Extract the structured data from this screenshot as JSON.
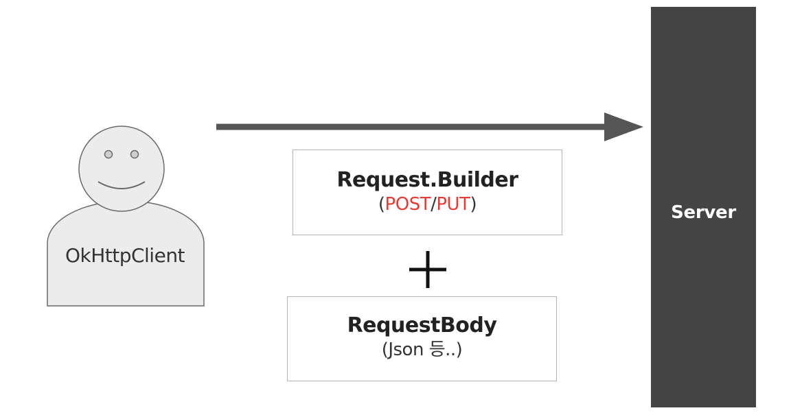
{
  "client": {
    "label": "OkHttpClient"
  },
  "request_builder": {
    "title": "Request.Builder",
    "open_paren": "(",
    "method_post": "POST",
    "separator": "/",
    "method_put": "PUT",
    "close_paren": ")"
  },
  "plus_symbol": "+",
  "request_body": {
    "title": "RequestBody",
    "subtitle": "(Json 등..)"
  },
  "server": {
    "label": "Server"
  },
  "colors": {
    "arrow": "#555555",
    "server_bg": "#444444",
    "method_highlight": "#e23b35",
    "actor_fill": "#ececec",
    "actor_stroke": "#6a6a6a"
  },
  "icons": {
    "actor": "person-icon",
    "arrow": "arrow-right-icon"
  }
}
